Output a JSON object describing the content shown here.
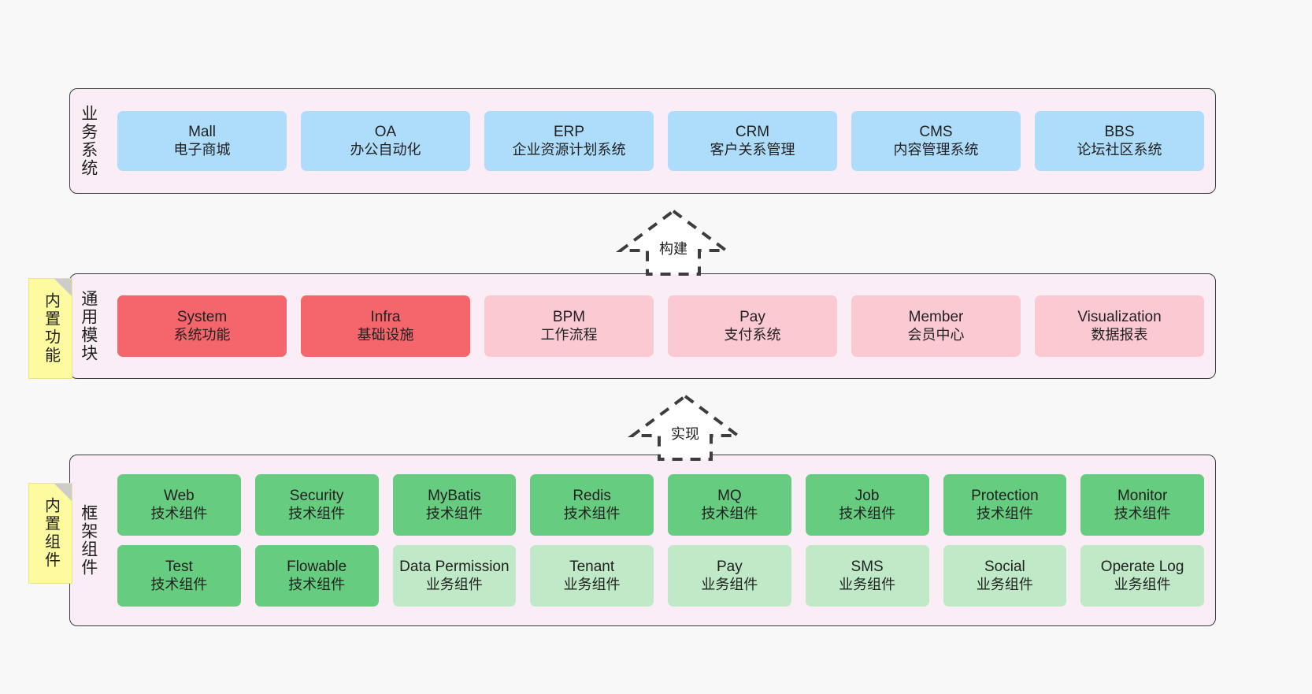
{
  "diagram": {
    "title": "",
    "background_color": "#f8f8f8",
    "layer_bg_color": "#faedf5",
    "layer_border_color": "#3d3d3d",
    "sticky_color": "#fdfaa0",
    "sticky_fold_color": "#cccccc"
  },
  "notes": [
    {
      "label": "内置功能"
    },
    {
      "label": "内置组件"
    }
  ],
  "layers": [
    {
      "label": "业务系统",
      "rows": [
        {
          "cards": [
            {
              "en": "Mall",
              "cn": "电子商城",
              "color": "#aeddfb",
              "style": "c-blue"
            },
            {
              "en": "OA",
              "cn": "办公自动化",
              "color": "#aeddfb",
              "style": "c-blue"
            },
            {
              "en": "ERP",
              "cn": "企业资源计划系统",
              "color": "#aeddfb",
              "style": "c-blue"
            },
            {
              "en": "CRM",
              "cn": "客户关系管理",
              "color": "#aeddfb",
              "style": "c-blue"
            },
            {
              "en": "CMS",
              "cn": "内容管理系统",
              "color": "#aeddfb",
              "style": "c-blue"
            },
            {
              "en": "BBS",
              "cn": "论坛社区系统",
              "color": "#aeddfb",
              "style": "c-blue"
            }
          ]
        }
      ]
    },
    {
      "label": "通用模块",
      "rows": [
        {
          "cards": [
            {
              "en": "System",
              "cn": "系统功能",
              "color": "#f4666c",
              "style": "c-red"
            },
            {
              "en": "Infra",
              "cn": "基础设施",
              "color": "#f4666c",
              "style": "c-red"
            },
            {
              "en": "BPM",
              "cn": "工作流程",
              "color": "#fbc9d2",
              "style": "c-pink"
            },
            {
              "en": "Pay",
              "cn": "支付系统",
              "color": "#fbc9d2",
              "style": "c-pink"
            },
            {
              "en": "Member",
              "cn": "会员中心",
              "color": "#fbc9d2",
              "style": "c-pink"
            },
            {
              "en": "Visualization",
              "cn": "数据报表",
              "color": "#fbc9d2",
              "style": "c-pink"
            }
          ]
        }
      ]
    },
    {
      "label": "框架组件",
      "rows": [
        {
          "cards": [
            {
              "en": "Web",
              "cn": "技术组件",
              "color": "#66cc7f",
              "style": "c-green"
            },
            {
              "en": "Security",
              "cn": "技术组件",
              "color": "#66cc7f",
              "style": "c-green"
            },
            {
              "en": "MyBatis",
              "cn": "技术组件",
              "color": "#66cc7f",
              "style": "c-green"
            },
            {
              "en": "Redis",
              "cn": "技术组件",
              "color": "#66cc7f",
              "style": "c-green"
            },
            {
              "en": "MQ",
              "cn": "技术组件",
              "color": "#66cc7f",
              "style": "c-green"
            },
            {
              "en": "Job",
              "cn": "技术组件",
              "color": "#66cc7f",
              "style": "c-green"
            },
            {
              "en": "Protection",
              "cn": "技术组件",
              "color": "#66cc7f",
              "style": "c-green"
            },
            {
              "en": "Monitor",
              "cn": "技术组件",
              "color": "#66cc7f",
              "style": "c-green"
            }
          ]
        },
        {
          "cards": [
            {
              "en": "Test",
              "cn": "技术组件",
              "color": "#66cc7f",
              "style": "c-green"
            },
            {
              "en": "Flowable",
              "cn": "技术组件",
              "color": "#66cc7f",
              "style": "c-green"
            },
            {
              "en": "Data Permission",
              "cn": "业务组件",
              "color": "#c0e9c8",
              "style": "c-lightgreen"
            },
            {
              "en": "Tenant",
              "cn": "业务组件",
              "color": "#c0e9c8",
              "style": "c-lightgreen"
            },
            {
              "en": "Pay",
              "cn": "业务组件",
              "color": "#c0e9c8",
              "style": "c-lightgreen"
            },
            {
              "en": "SMS",
              "cn": "业务组件",
              "color": "#c0e9c8",
              "style": "c-lightgreen"
            },
            {
              "en": "Social",
              "cn": "业务组件",
              "color": "#c0e9c8",
              "style": "c-lightgreen"
            },
            {
              "en": "Operate Log",
              "cn": "业务组件",
              "color": "#c0e9c8",
              "style": "c-lightgreen"
            }
          ]
        }
      ]
    }
  ],
  "arrows": [
    {
      "label": "构建",
      "direction": "up",
      "style": "dashed"
    },
    {
      "label": "实现",
      "direction": "up",
      "style": "dashed"
    }
  ]
}
